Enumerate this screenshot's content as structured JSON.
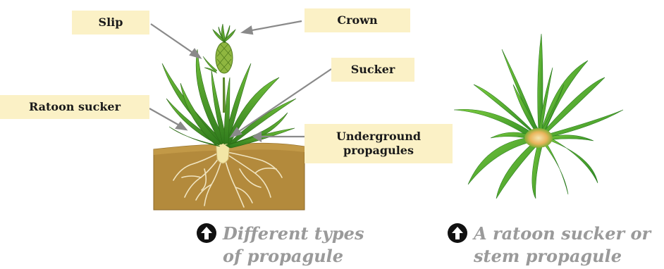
{
  "labels": {
    "slip": "Slip",
    "crown": "Crown",
    "sucker": "Sucker",
    "ratoon_sucker": "Ratoon sucker",
    "underground_line1": "Underground",
    "underground_line2": "propagules"
  },
  "captions": {
    "left_line1": "Different types",
    "left_line2": "of propagule",
    "right_line1": "A ratoon sucker or",
    "right_line2": "stem propagule"
  },
  "colors": {
    "label_bg": "#fbf1c6",
    "caption_text": "#9a9a9a",
    "soil": "#b38a3c",
    "leaf": "#4f9a2e",
    "arrow": "#8a8a8a"
  },
  "icons": {
    "caption_icon": "up-arrow-circle-icon"
  }
}
